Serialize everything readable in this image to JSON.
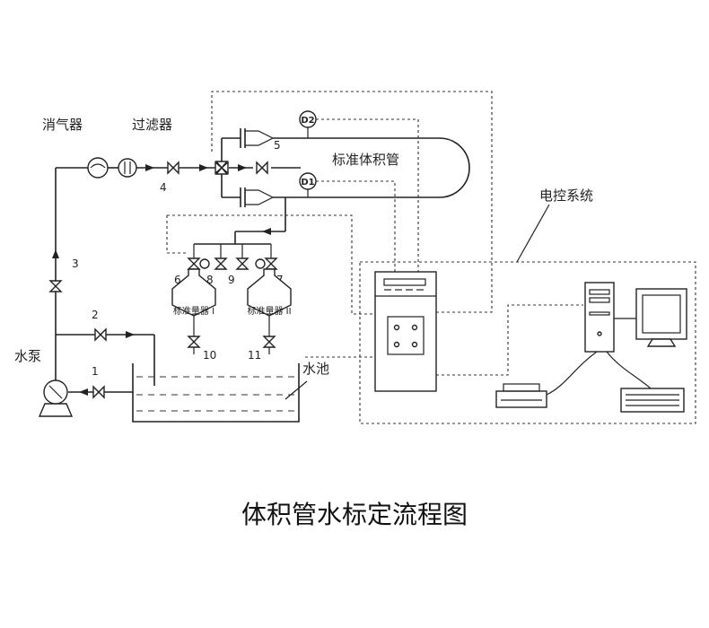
{
  "labels": {
    "muffler": "消气器",
    "filter": "过滤器",
    "pump": "水泵",
    "pool": "水池",
    "prover": "标准体积管",
    "control_system": "电控系统",
    "detector_d1": "D1",
    "detector_d2": "D2",
    "flask_1": "标准量器 I",
    "flask_2": "标准量器 II"
  },
  "valves": [
    "1",
    "2",
    "3",
    "4",
    "5",
    "6",
    "7",
    "8",
    "9",
    "10",
    "11"
  ],
  "caption": "体积管水标定流程图"
}
